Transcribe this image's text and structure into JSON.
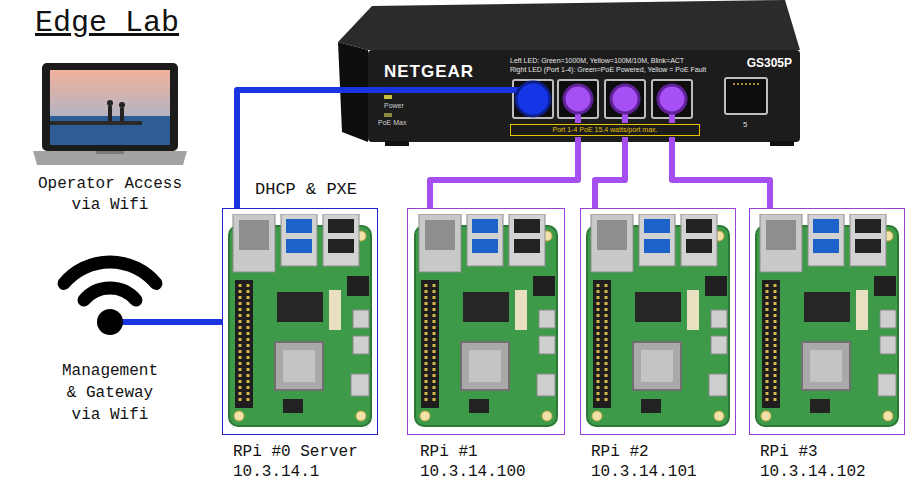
{
  "diagram": {
    "title": "Edge Lab",
    "nodes": [
      {
        "text": [
          "Operator Access via Wifi"
        ]
      },
      {
        "text": [
          "NETGEAR",
          "GS305P",
          "Left LED: Green=1000M, Yellow=100M/10M, Blink=ACT",
          "Right LED (Port 1-4): Green=PoE Powered, Yellow = PoE Fault",
          "Power",
          "PoE Max",
          "Port 1-4 PoE 15.4 watts/port max.",
          "5"
        ]
      },
      {
        "text": [
          "Management & Gateway via Wifi"
        ]
      },
      {
        "text": [
          "RPi #0 Server",
          "10.3.14.1"
        ]
      },
      {
        "text": [
          "RPi #1",
          "10.3.14.100"
        ]
      },
      {
        "text": [
          "RPi #2",
          "10.3.14.101"
        ]
      },
      {
        "text": [
          "RPi #3",
          "10.3.14.102"
        ]
      }
    ],
    "edges": [
      {
        "from": 2,
        "to": 3,
        "arrow": "none"
      },
      {
        "from": 3,
        "to": 1,
        "arrow": "none"
      },
      {
        "from": 1,
        "to": 4,
        "arrow": "none"
      },
      {
        "from": 1,
        "to": 5,
        "arrow": "none"
      },
      {
        "from": 1,
        "to": 6,
        "arrow": "none"
      }
    ],
    "labels": [
      "DHCP & PXE"
    ]
  }
}
